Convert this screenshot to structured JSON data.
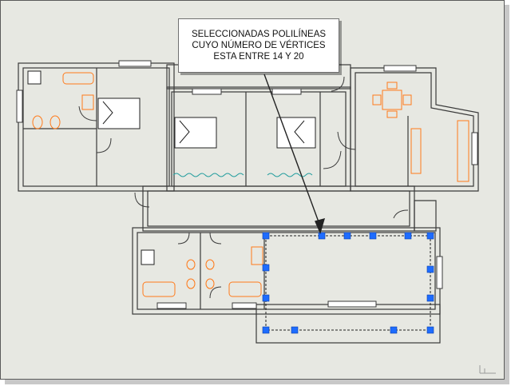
{
  "annotation": {
    "lines": [
      "SELECCIONADAS POLILÍNEAS",
      "CUYO NÚMERO DE VÉRTICES",
      "ESTA ENTRE 14 Y 20"
    ]
  },
  "colors": {
    "background": "#e7e8e2",
    "walls": "#3a3a3a",
    "furniture": "#ff7a1a",
    "fixtures": "#222222",
    "grips": "#1e6cff",
    "arrow": "#222222"
  },
  "icons": {
    "ucs": "ucs-icon"
  }
}
